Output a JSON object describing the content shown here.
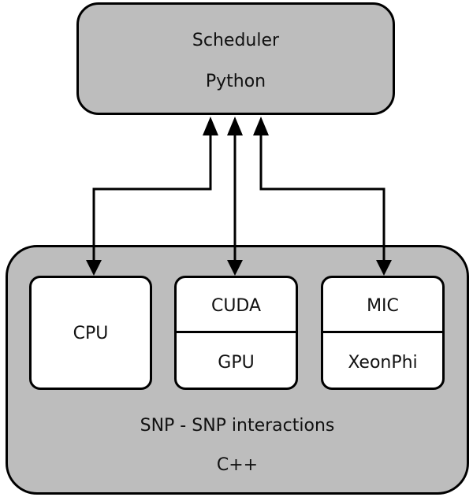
{
  "scheduler": {
    "title": "Scheduler",
    "language": "Python"
  },
  "platform": {
    "title": "SNP - SNP interactions",
    "language": "C++"
  },
  "devices": {
    "cpu": {
      "label": "CPU"
    },
    "gpu": {
      "top": "CUDA",
      "bottom": "GPU"
    },
    "mic": {
      "top": "MIC",
      "bottom": "XeonPhi"
    }
  }
}
